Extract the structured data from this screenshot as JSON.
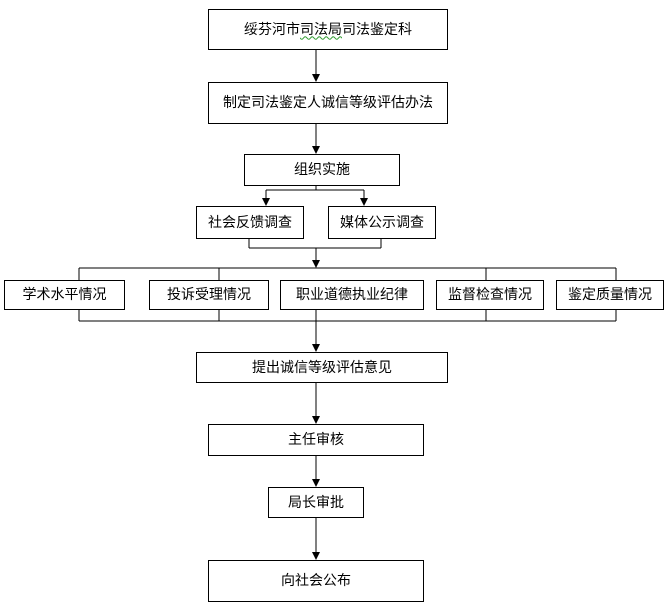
{
  "flowchart": {
    "title_box": {
      "pre": "绥芬河市",
      "underlined": "司法局",
      "post": "司法鉴定科"
    },
    "step_method": "制定司法鉴定人诚信等级评估办法",
    "step_organize": "组织实施",
    "survey_social": "社会反馈调查",
    "survey_media": "媒体公示调查",
    "criteria": [
      "学术水平情况",
      "投诉受理情况",
      "职业道德执业纪律",
      "监督检查情况",
      "鉴定质量情况"
    ],
    "step_opinion": "提出诚信等级评估意见",
    "step_director_review": "主任审核",
    "step_chief_approve": "局长审批",
    "step_publish": "向社会公布"
  }
}
